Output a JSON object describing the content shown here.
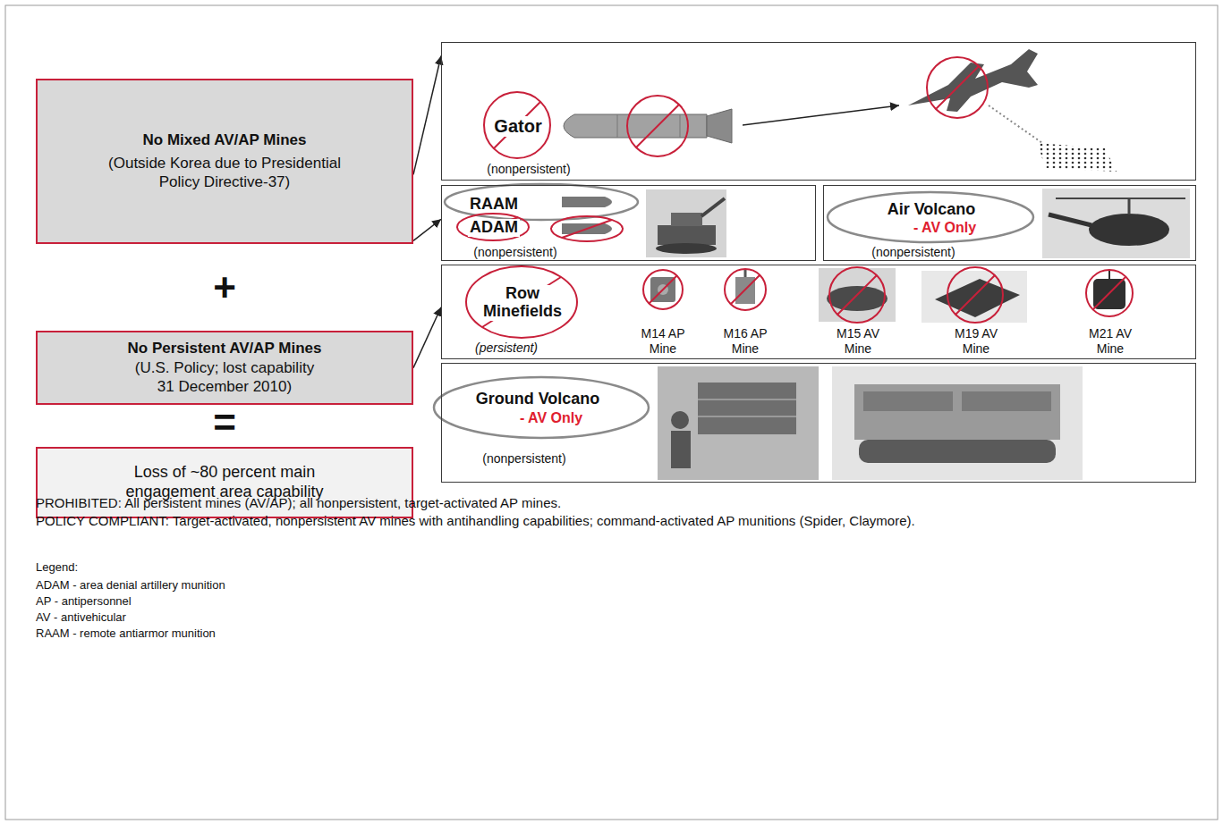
{
  "diagram": {
    "nodes": [
      {
        "text": [
          "No Mixed AV/AP Mines",
          "(Outside Korea due to Presidential Policy Directive-37)"
        ]
      },
      {
        "text": [
          "No Persistent AV/AP Mines",
          "(U.S. Policy; lost capability 31 December 2010)"
        ]
      },
      {
        "text": [
          "Loss of ~80 percent main engagement area capability"
        ]
      },
      {
        "text": [
          "Gator",
          "(nonpersistent)"
        ]
      },
      {
        "text": [
          "RAAM",
          "ADAM",
          "(nonpersistent)"
        ]
      },
      {
        "text": [
          "Air Volcano",
          "- AV Only",
          "(nonpersistent)"
        ]
      },
      {
        "text": [
          "Row Minefields",
          "(persistent)",
          "M14 AP Mine",
          "M16 AP Mine",
          "M15 AV Mine",
          "M19 AV Mine",
          "M21 AV Mine"
        ]
      },
      {
        "text": [
          "Ground Volcano",
          "- AV Only",
          "(nonpersistent)"
        ]
      }
    ],
    "edges": [
      {
        "from": 0,
        "to": 3,
        "arrow": "to"
      },
      {
        "from": 0,
        "to": 4,
        "arrow": "to"
      },
      {
        "from": 1,
        "to": 6,
        "arrow": "to"
      }
    ],
    "labels": [
      "+",
      "=",
      "PROHIBITED: All persistent mines (AV/AP); all nonpersistent, target-activated AP mines.",
      "POLICY COMPLIANT: Target-activated, nonpersistent AV mines with antihandling capabilities; command-activated AP munitions (Spider, Claymore).",
      "Legend:",
      "ADAM - area denial artillery munition",
      "AP - antipersonnel",
      "AV - antivehicular",
      "RAAM - remote antiarmor munition"
    ]
  }
}
